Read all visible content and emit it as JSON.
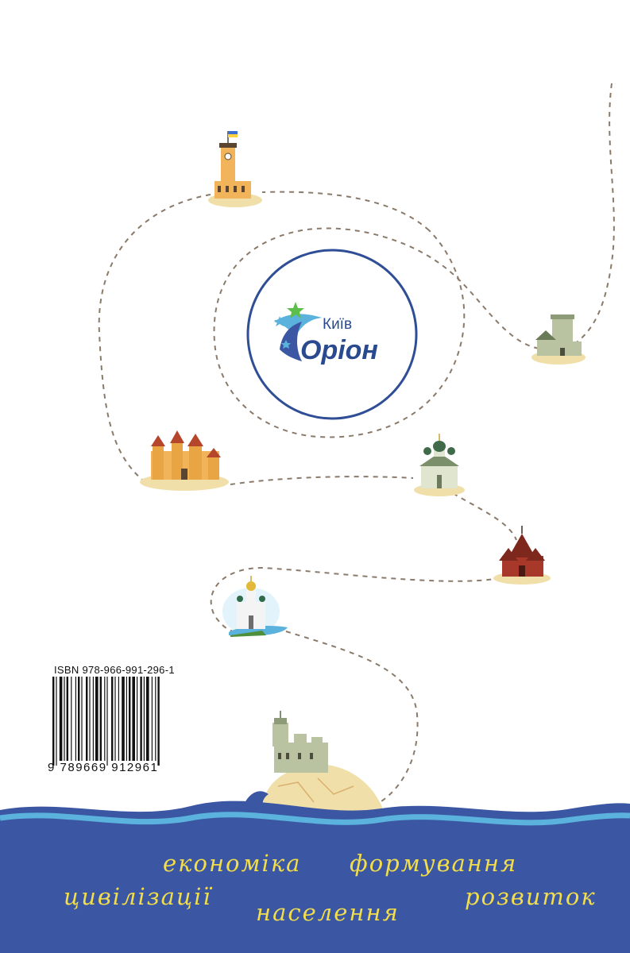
{
  "publisher": {
    "city": "Київ",
    "name": "Оріон"
  },
  "isbn": {
    "label": "ISBN 978-966-991-296-1",
    "digits": "9 789669 912961"
  },
  "words": [
    "економіка",
    "формування",
    "цивілізації",
    "населення",
    "розвиток"
  ],
  "colors": {
    "circle": "#2f4e95",
    "sea": "#3b57a3",
    "wave_light": "#5bb2dc",
    "words": "#f2dd4a",
    "sand": "#f0dfa9",
    "path": "#8a7a6a"
  },
  "icons": [
    "town-hall-tower-icon",
    "fortress-tower-icon",
    "castle-icon",
    "church-icon",
    "wooden-church-icon",
    "monastery-icon",
    "swallows-nest-castle-icon",
    "barcode-icon",
    "star-logo-icon"
  ]
}
